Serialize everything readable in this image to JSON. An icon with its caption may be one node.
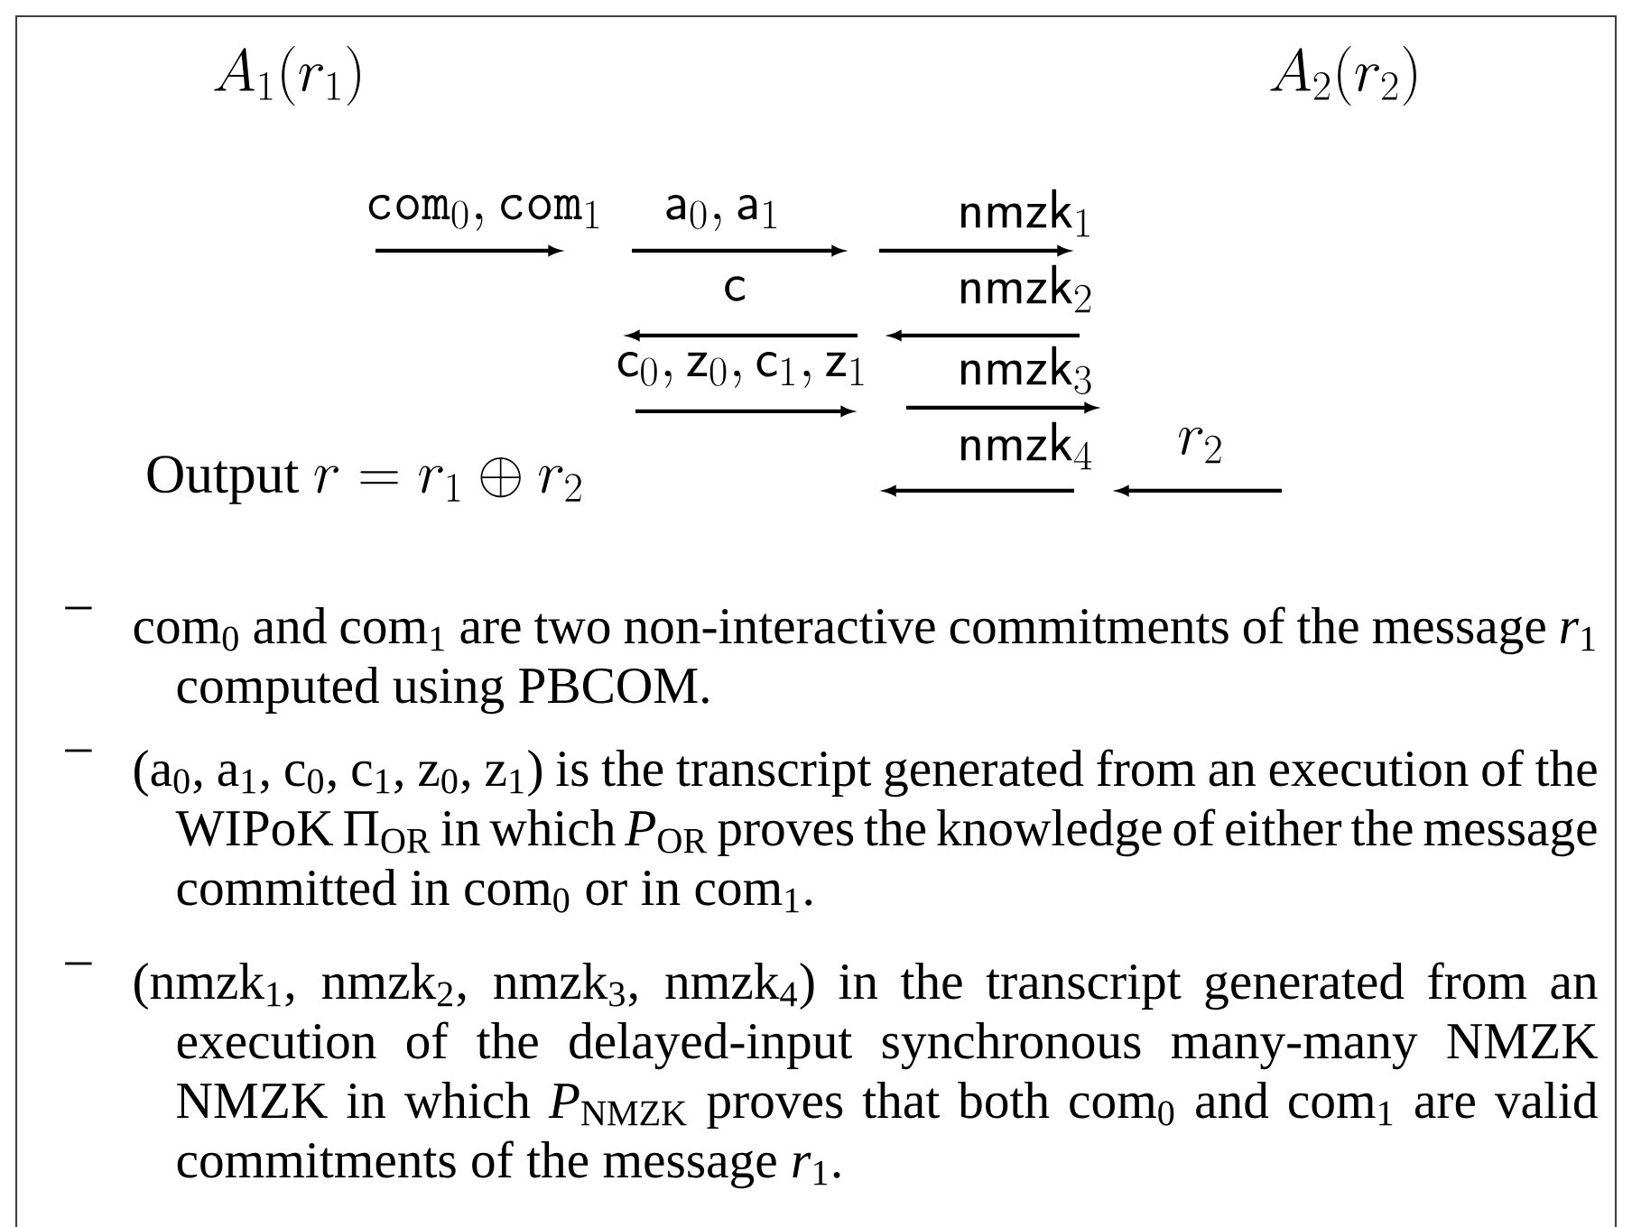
{
  "diagram": {
    "labels": [
      "A_1(r_1)",
      "A_2(r_2)",
      "\\mathtt{com}_0, \\mathtt{com}_1",
      "\\mathsf{a}_0, \\mathsf{a}_1",
      "\\mathsf{nmzk}_1",
      "\\mathsf{c}",
      "\\mathsf{nmzk}_2",
      "\\mathsf{c}_0, \\mathsf{z}_0, \\mathsf{c}_1, \\mathsf{z}_1",
      "\\mathsf{nmzk}_3",
      "\\mathsf{nmzk}_4",
      "r_2",
      "\\mathrm{Output}\\ r = r_1 \\oplus r_2",
      "–",
      "com$_{0}$ and com$_{1}$ are two non-interactive commitments of the message *r*$_{1}$ computed using PBCOM.",
      "–",
      "(a$_{0}$, a$_{1}$, c$_{0}$, c$_{1}$, z$_{0}$, z$_{1}$) is the transcript generated from an execution of the WIPoK Π$_{OR}$ in which *P*$_{OR}$ proves the knowledge of either the message committed in com$_{0}$ or in com$_{1}$.",
      "–",
      "(nmzk$_{1}$, nmzk$_{2}$, nmzk$_{3}$, nmzk$_{4}$) in the transcript generated from an execution of the delayed-input synchronous many-many NMZK NMZK in which *P*$_{NMZK}$ proves that both com$_{0}$ and com$_{1}$ are valid commitments of the message *r*$_{1}$."
    ]
  }
}
